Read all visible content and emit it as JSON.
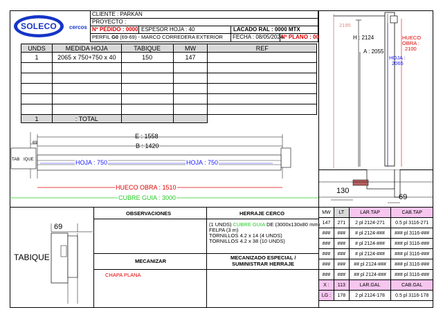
{
  "header": {
    "logo_text": "SOLECO",
    "logo_sub": "cercos",
    "cliente": "CLIENTE : PARKAN",
    "proyecto": "PROYECTO :",
    "pedido": "Nº PEDIDO : 0000",
    "espesor": "ESPESOR HOJA : 40",
    "lacado": "LACADO RAL : 0000 MTX",
    "perfil_prefix": "PERFIL ",
    "perfil_code": "G0",
    "perfil_rest": " (69-69) - MARCO CORREDERA EXTERIOR",
    "fecha": "FECHA : 08/05/2024",
    "plano": "Nº PLANO : 00"
  },
  "main_table": {
    "headers": [
      "UNDS",
      "MEDIDA HOJA",
      "TABIQUE",
      "MW",
      "REF"
    ],
    "rows": [
      [
        "1",
        "2065 x 750+750 x 40",
        "150",
        "147",
        ""
      ],
      [
        "",
        "",
        "",
        "",
        ""
      ],
      [
        "",
        "",
        "",
        "",
        ""
      ],
      [
        "",
        "",
        "",
        "",
        ""
      ],
      [
        "",
        "",
        "",
        "",
        ""
      ],
      [
        "",
        "",
        "",
        "",
        ""
      ]
    ],
    "total_units": "1",
    "total_label": ": TOTAL"
  },
  "elevation": {
    "top_dim": "2195",
    "h": "H : 2124",
    "a": "A : 2055",
    "hueco_obra": [
      "HUECO",
      "OBRA :",
      "2100"
    ],
    "hoja": [
      "HOJA :",
      "2065"
    ]
  },
  "plan": {
    "e": "E : 1558",
    "b": "B : 1420",
    "dim69": "69",
    "tabique": [
      "TAB",
      "IQUE"
    ],
    "hoja_left": "HOJA : 750",
    "hoja_right": "HOJA : 750",
    "hueco_obra": "HUECO OBRA : 1510",
    "cubre_guia": "CUBRE GUIA : 3000"
  },
  "section_detail": {
    "dim130": "130",
    "dim69": "69"
  },
  "detail_bottom": {
    "dim69": "69",
    "tabique": "TABIQUE"
  },
  "notes": {
    "observaciones_title": "OBSERVACIONES",
    "herraje_title": "HERRAJE CERCO",
    "herraje_line1_a": "(1 UNDS) ",
    "herraje_line1_b": "CUBRE GUIA",
    "herraje_line1_c": " DE (3000x130x80 mm)",
    "herraje_lines": [
      "FELPA (3 m)",
      "TORNILLOS 4.2 x 14 (4 UNDS)",
      "TORNILLOS 4.2 x 38 (10 UNDS)"
    ],
    "mecanizar_title": "MECANIZAR",
    "mecanizado_title": [
      "MECANIZADO ESPECIAL /",
      "SUMINISTRAR HERRAJE"
    ],
    "chapa": "CHAPA PLANA"
  },
  "hw_table": {
    "headers": [
      "MW",
      "LT",
      "LAR.TAP",
      "CAB.TAP"
    ],
    "rows": [
      [
        "147",
        "271",
        "2 pl 2124-271",
        "0.5 pl 3116-271"
      ],
      [
        "###",
        "###",
        "# pl 2124-###",
        "### pl 3116-###"
      ],
      [
        "###",
        "###",
        "# pl 2124-###",
        "### pl 3116-###"
      ],
      [
        "###",
        "###",
        "# pl 2124-###",
        "### pl 3116-###"
      ],
      [
        "###",
        "###",
        "## pl 2124-###",
        "### pl 3116-###"
      ],
      [
        "###",
        "###",
        "## pl 2124-###",
        "### pl 3116-###"
      ]
    ],
    "x_label": "X :",
    "x_value": "113",
    "lar_gal": "LAR.GAL",
    "cab_gal": "CAB.GAL",
    "lg_label": "LG :",
    "lg_value": "178",
    "lg_lar": "2 pl 2124-178",
    "lg_cab": "0.5 pl 3116-178"
  },
  "colors": {
    "brand_blue": "#1535c8",
    "red": "#e00000",
    "green": "#22cc22",
    "blue_text": "#1a1aff",
    "pink": "#f7c6ef"
  }
}
